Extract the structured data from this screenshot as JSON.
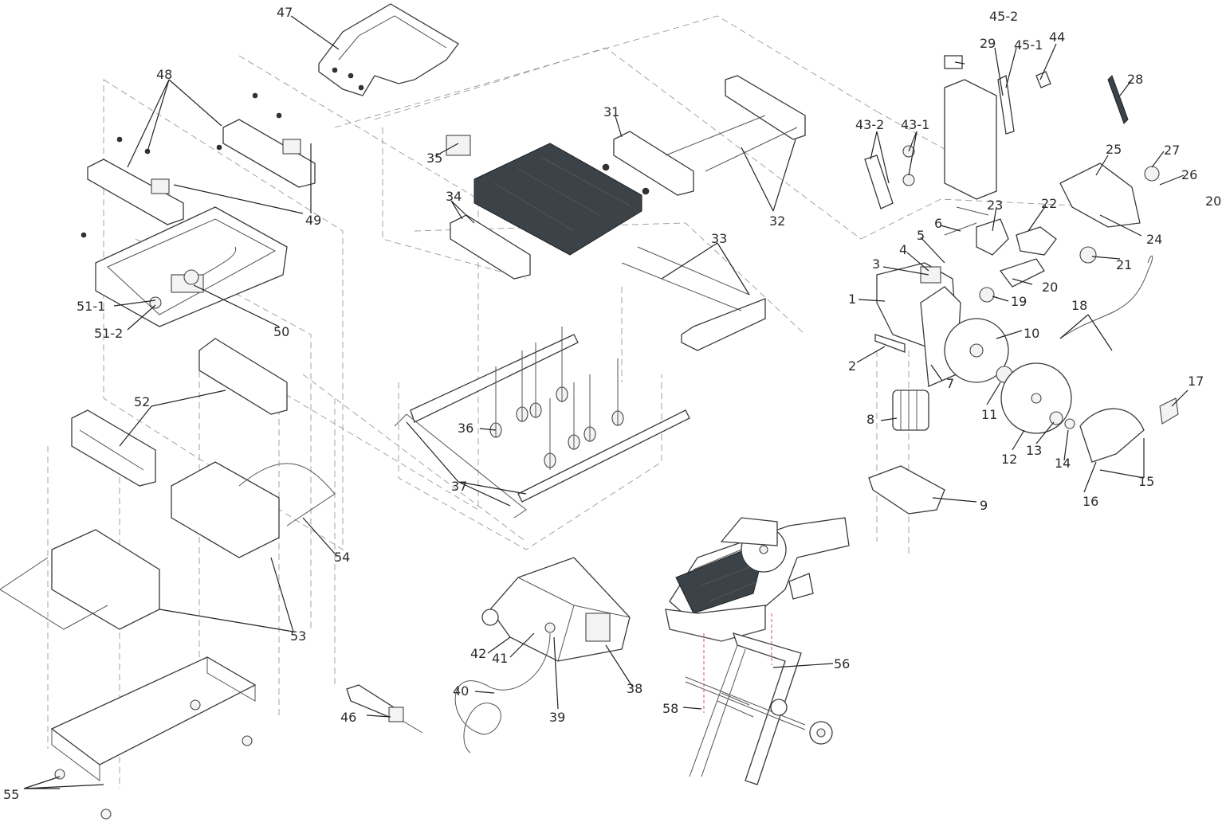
{
  "callouts": {
    "c1": "1",
    "c2": "2",
    "c3": "3",
    "c4": "4",
    "c5": "5",
    "c6": "6",
    "c7": "7",
    "c8": "8",
    "c9": "9",
    "c10": "10",
    "c11": "11",
    "c12": "12",
    "c13": "13",
    "c14": "14",
    "c15": "15",
    "c16": "16",
    "c17": "17",
    "c18": "18",
    "c19": "19",
    "c20a": "20",
    "c20b": "20",
    "c21": "21",
    "c22": "22",
    "c23": "23",
    "c24": "24",
    "c25": "25",
    "c26": "26",
    "c27": "27",
    "c28": "28",
    "c29": "29",
    "c31": "31",
    "c32": "32",
    "c33": "33",
    "c34": "34",
    "c35": "35",
    "c36": "36",
    "c37": "37",
    "c38": "38",
    "c39": "39",
    "c40": "40",
    "c41": "41",
    "c42": "42",
    "c43_1": "43-1",
    "c43_2": "43-2",
    "c44": "44",
    "c45_1": "45-1",
    "c45_2": "45-2",
    "c46": "46",
    "c47": "47",
    "c48": "48",
    "c49": "49",
    "c50": "50",
    "c51_1": "51-1",
    "c51_2": "51-2",
    "c52": "52",
    "c53": "53",
    "c54": "54",
    "c55": "55",
    "c56": "56",
    "c58": "58"
  }
}
